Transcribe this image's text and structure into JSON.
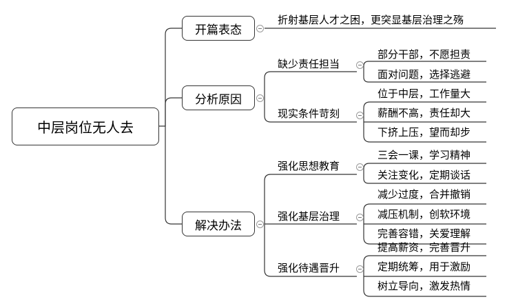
{
  "root": "中层岗位无人去",
  "branches": [
    {
      "label": "开篇表态",
      "leaves": [
        "折射基层人才之困，更突显基层治理之殇"
      ]
    },
    {
      "label": "分析原因",
      "groups": [
        {
          "label": "缺少责任担当",
          "leaves": [
            "部分干部，不愿担责",
            "面对问题，选择逃避"
          ]
        },
        {
          "label": "现实条件苛刻",
          "leaves": [
            "位于中层，工作量大",
            "薪酬不高，责任却大",
            "下挤上压，望而却步"
          ]
        }
      ]
    },
    {
      "label": "解决办法",
      "groups": [
        {
          "label": "强化思想教育",
          "leaves": [
            "三会一课，学习精神",
            "关注变化，定期谈话"
          ]
        },
        {
          "label": "强化基层治理",
          "leaves": [
            "减少过度，合并撤销",
            "减压机制，创软环境",
            "完善容错，关爱理解"
          ]
        },
        {
          "label": "强化待遇晋升",
          "leaves": [
            "提高薪资，完善晋升",
            "定期统筹，用于激励",
            "树立导向，激发热情"
          ]
        }
      ]
    }
  ]
}
